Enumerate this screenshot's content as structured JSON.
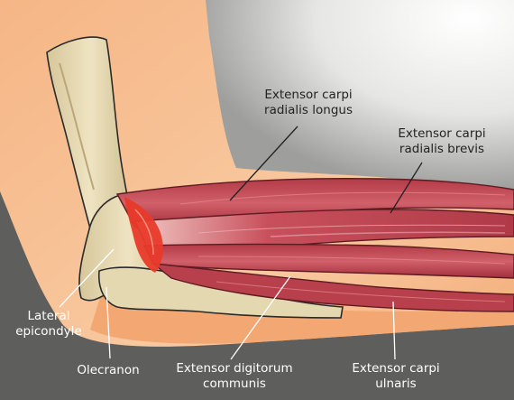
{
  "labels": {
    "ecrl": {
      "line1": "Extensor carpi",
      "line2": "radialis longus"
    },
    "ecrb": {
      "line1": "Extensor carpi",
      "line2": "radialis brevis"
    },
    "lateral_epicondyle": {
      "line1": "Lateral",
      "line2": "epicondyle"
    },
    "olecranon": {
      "line1": "Olecranon"
    },
    "edc": {
      "line1": "Extensor digitorum",
      "line2": "communis"
    },
    "ecu": {
      "line1": "Extensor carpi",
      "line2": "ulnaris"
    }
  },
  "colors": {
    "skin_light": "#f8c9a0",
    "skin_mid": "#f3a873",
    "skin_dark": "#e8905a",
    "background_gray": "#5e5e5c",
    "light_panel": "#e9e9e7",
    "bone": "#e8dcb4",
    "bone_shadow": "#c9b98a",
    "muscle": "#c8444f",
    "muscle_dark": "#8e2430",
    "tendon_highlight": "#e83a2a",
    "label_on_light": "#222222",
    "label_on_dark": "#ffffff"
  }
}
